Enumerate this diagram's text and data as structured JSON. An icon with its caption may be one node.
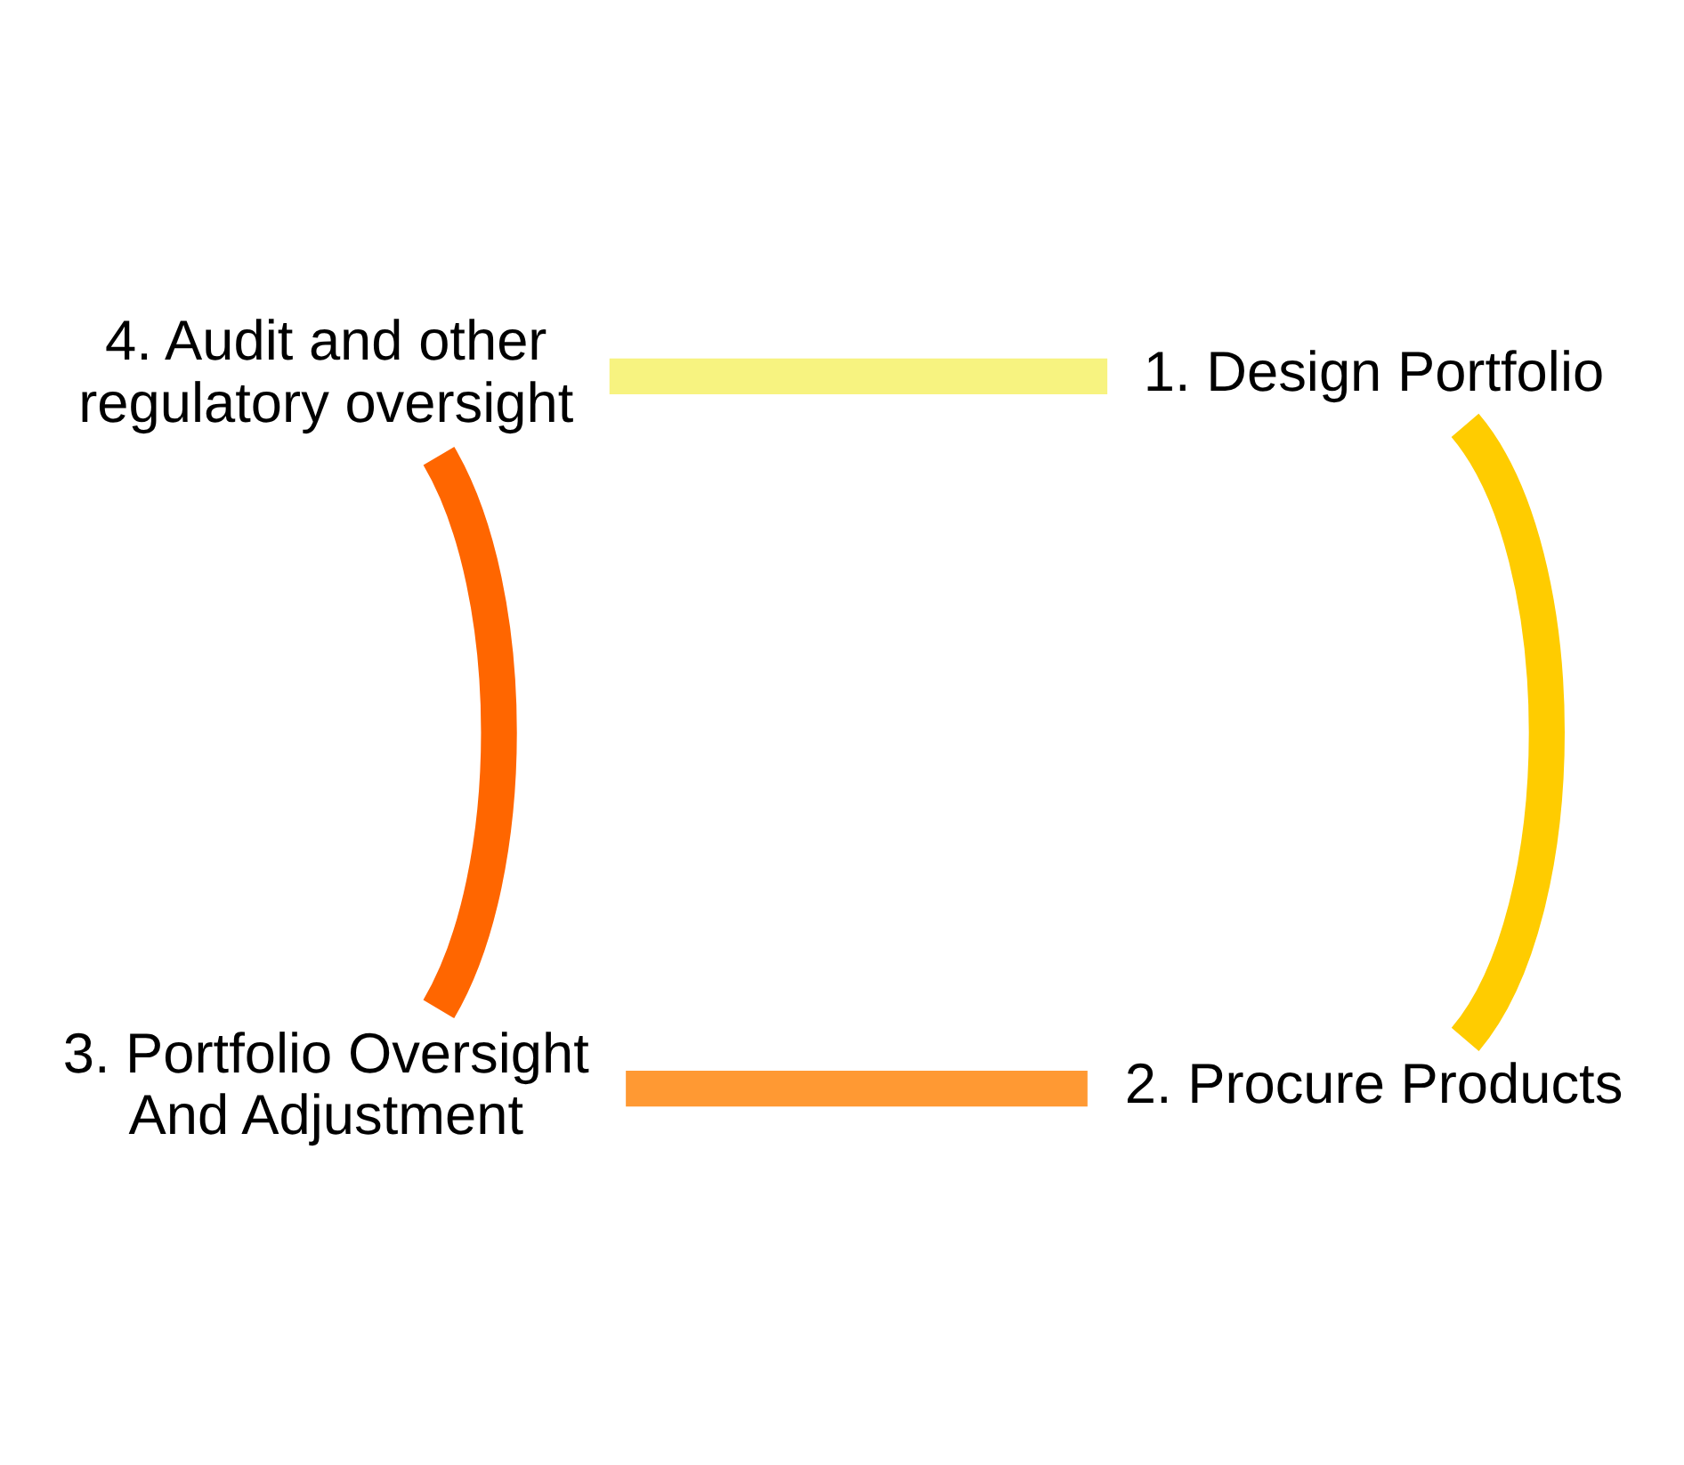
{
  "diagram": {
    "nodes": [
      {
        "text": [
          "4. Audit and other regulatory oversight"
        ]
      },
      {
        "text": [
          "1. Design Portfolio"
        ]
      },
      {
        "text": [
          "3. Portfolio Oversight And Adjustment"
        ]
      },
      {
        "text": [
          "2. Procure Products"
        ]
      }
    ],
    "edges": [
      {
        "from": 0,
        "to": 1,
        "arrow": "none",
        "color": "#f7f380"
      },
      {
        "from": 1,
        "to": 3,
        "arrow": "none",
        "color": "#ffcc00"
      },
      {
        "from": 3,
        "to": 2,
        "arrow": "none",
        "color": "#ff9933"
      },
      {
        "from": 2,
        "to": 0,
        "arrow": "none",
        "color": "#ff6600"
      }
    ]
  }
}
